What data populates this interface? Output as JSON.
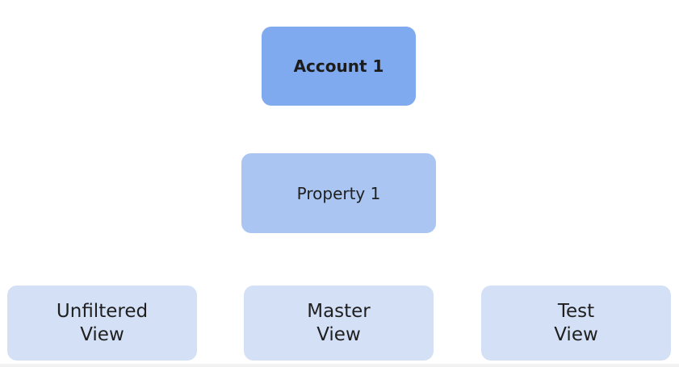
{
  "diagram": {
    "account": {
      "label": "Account 1"
    },
    "property": {
      "label": "Property 1"
    },
    "views": [
      {
        "label": "Unfiltered\nView"
      },
      {
        "label": "Master\nView"
      },
      {
        "label": "Test\nView"
      }
    ]
  },
  "colors": {
    "account_fill": "#7faaef",
    "property_fill": "#aac5f2",
    "view_fill": "#d3e0f6",
    "background": "#ffffff"
  }
}
